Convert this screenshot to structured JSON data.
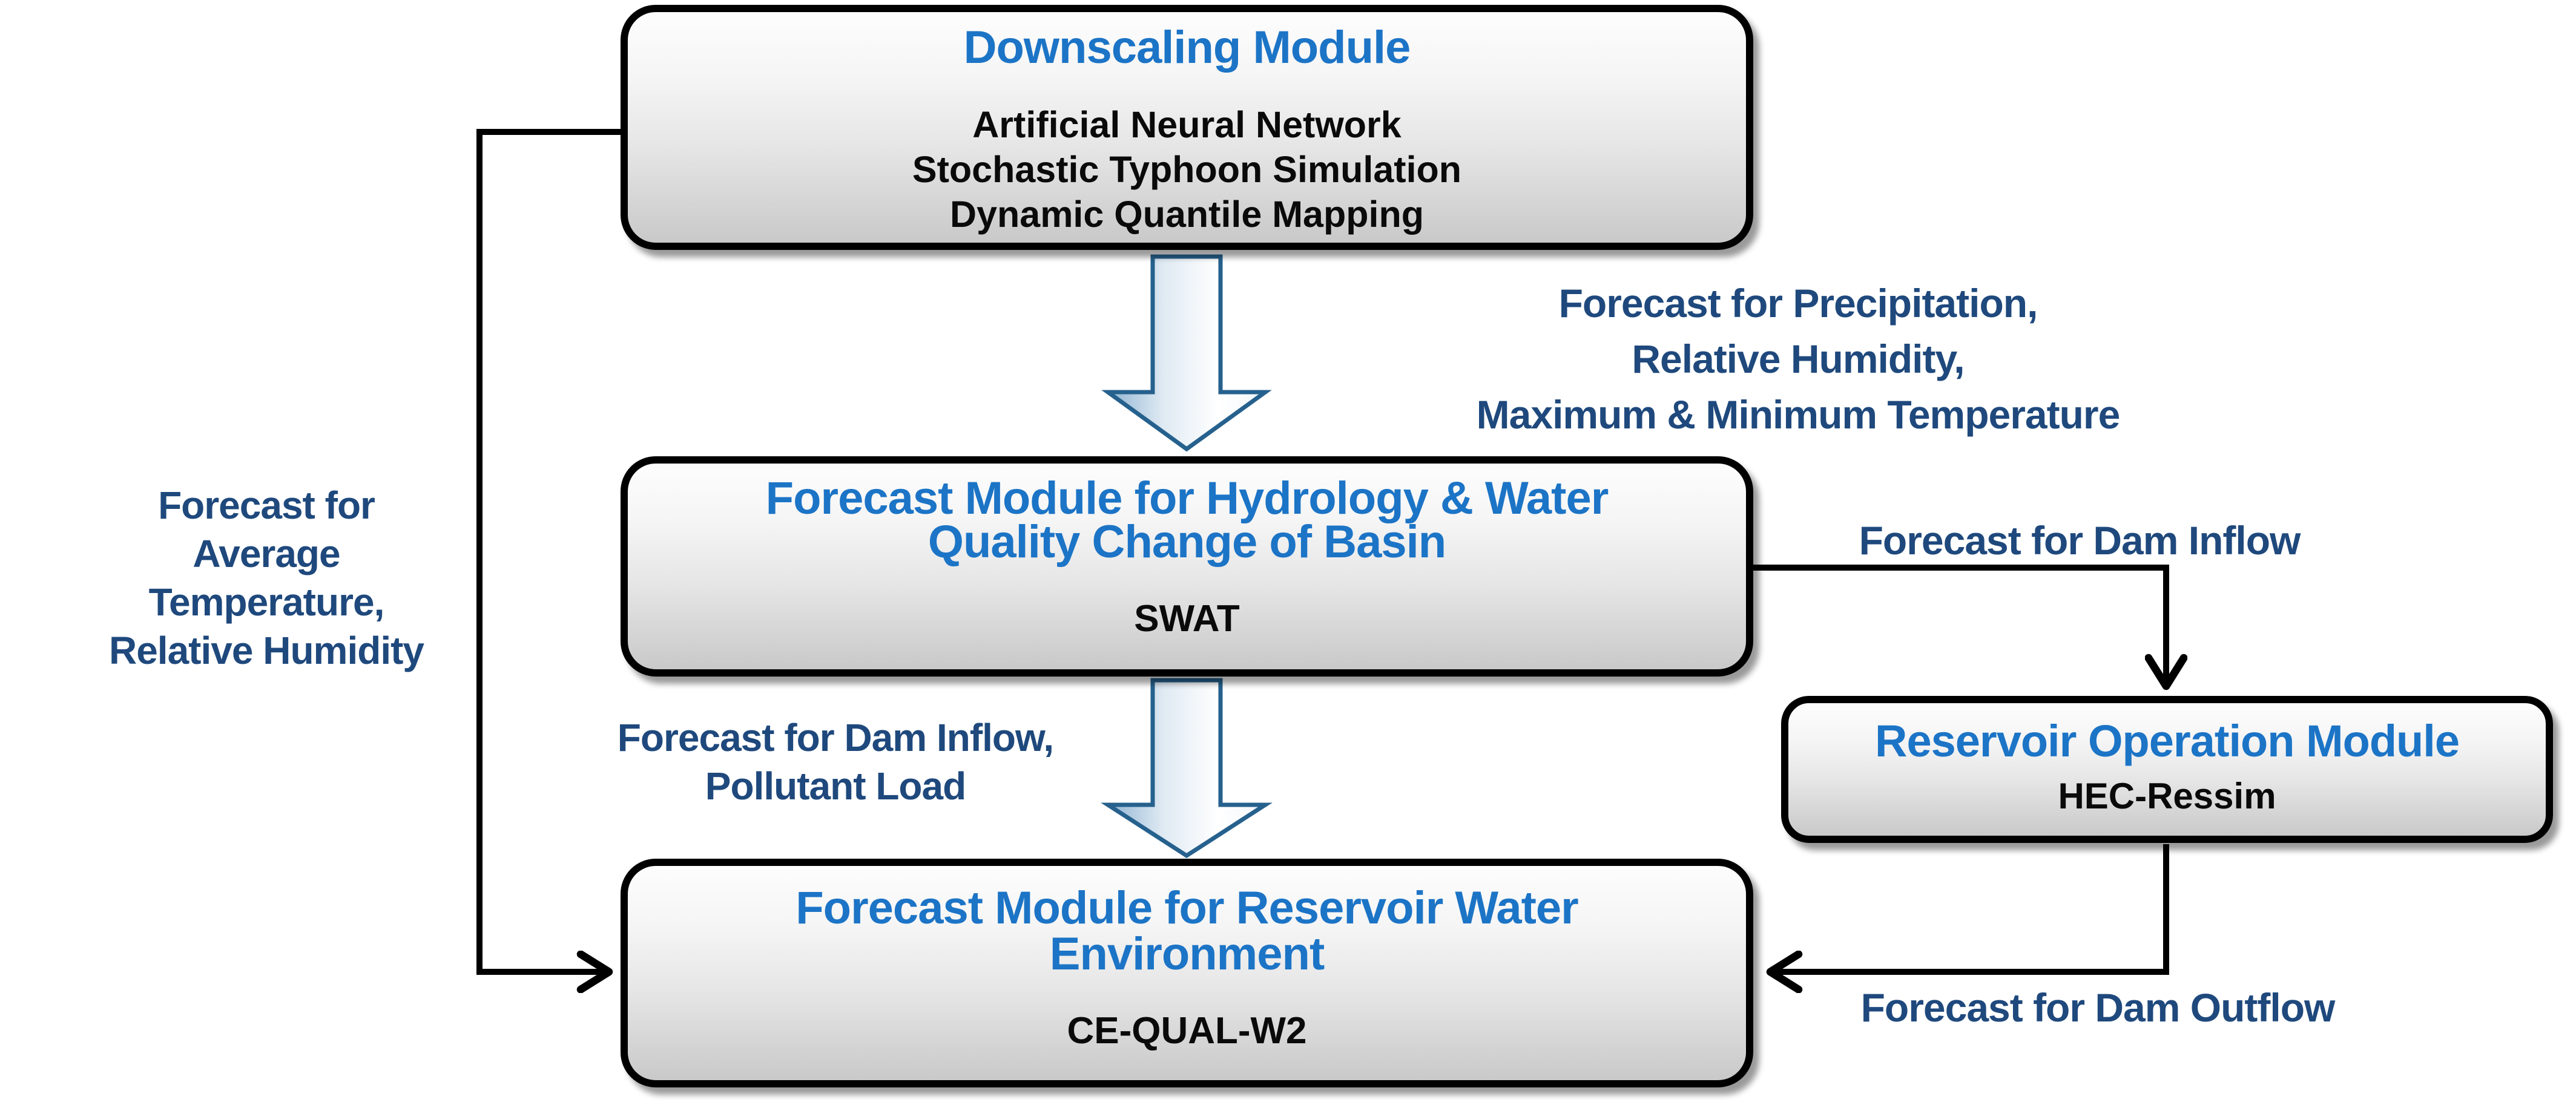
{
  "diagram": {
    "boxes": {
      "downscaling": {
        "title": "Downscaling Module",
        "lines": [
          "Artificial Neural Network",
          "Stochastic Typhoon Simulation",
          "Dynamic Quantile Mapping"
        ]
      },
      "hydrology": {
        "title_lines": [
          "Forecast Module for Hydrology & Water",
          "Quality Change of Basin"
        ],
        "model": "SWAT"
      },
      "reservoir_env": {
        "title_lines": [
          "Forecast Module for Reservoir Water",
          "Environment"
        ],
        "model": "CE-QUAL-W2"
      },
      "reservoir_op": {
        "title": "Reservoir Operation Module",
        "model": "HEC-Ressim"
      }
    },
    "labels": {
      "precipitation_lines": [
        "Forecast for Precipitation,",
        "Relative Humidity,",
        "Maximum & Minimum Temperature"
      ],
      "avg_temp_lines": [
        "Forecast for",
        "Average",
        "Temperature,",
        "Relative Humidity"
      ],
      "inflow_pollutant_lines": [
        "Forecast for Dam Inflow,",
        "Pollutant Load"
      ],
      "dam_inflow": "Forecast for Dam Inflow",
      "dam_outflow": "Forecast for Dam Outflow"
    },
    "colors": {
      "title_blue": "#1C74C6",
      "label_navy": "#1F497D",
      "arrow_outline": "#26618E",
      "connector_black": "#000000",
      "box_fill_top": "#fdfdfd",
      "box_fill_bottom": "#c9c9c9"
    }
  }
}
